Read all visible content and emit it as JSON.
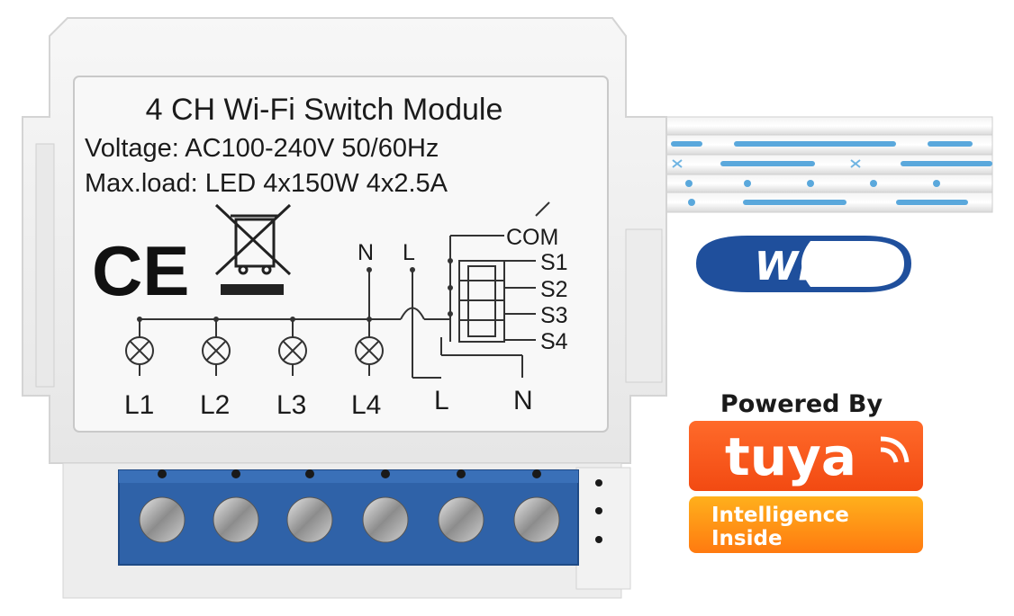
{
  "module": {
    "title": "4 CH Wi-Fi Switch Module",
    "voltage": "Voltage: AC100-240V 50/60Hz",
    "maxload": "Max.load: LED 4x150W 4x2.5A",
    "ce_mark": "CE",
    "terminal_top": [
      "N",
      "L"
    ],
    "switch_labels": [
      "COM",
      "S1",
      "S2",
      "S3",
      "S4"
    ],
    "load_labels": [
      "L1",
      "L2",
      "L3",
      "L4"
    ],
    "supply_labels": [
      "L",
      "N"
    ]
  },
  "badges": {
    "wifi": "WiFi",
    "powered_by": "Powered By",
    "tuya": "tuya",
    "intelligence": "Intelligence",
    "inside": "Inside"
  },
  "colors": {
    "housing": "#f1f1f1",
    "terminal_block": "#2f62a8",
    "wire_stripe": "#5aa8dc",
    "wifi_blue": "#1f4f9c",
    "tuya_orange": "#ff5a1f",
    "intelligence_yellow": "#ff9a10"
  }
}
